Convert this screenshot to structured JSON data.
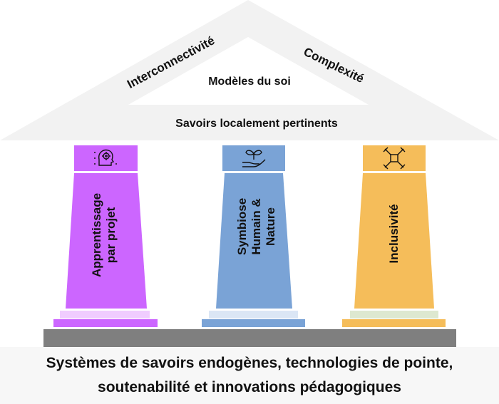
{
  "roof": {
    "left_label": "Interconnectivité",
    "right_label": "Complexité",
    "center_label": "Modèles du soi",
    "beam_label": "Savoirs localement pertinents"
  },
  "pillars": [
    {
      "lines": [
        "Apprentissage",
        "par projet"
      ],
      "icon": "gear-head-icon",
      "color": "#cc66ff",
      "base_color": "#f0ccff"
    },
    {
      "lines": [
        "Symbiose",
        "Humain &",
        "Nature"
      ],
      "icon": "plant-hand-icon",
      "color": "#7aa3d6",
      "base_color": "#dbe6f5"
    },
    {
      "lines": [
        "Inclusivité"
      ],
      "icon": "joined-hands-icon",
      "color": "#f5bd5a",
      "base_color": "#dde8d0"
    }
  ],
  "foundation": {
    "line1": "Systèmes de savoirs endogènes, technologies de pointe,",
    "line2": "soutenabilité et innovations pédagogiques"
  },
  "colors": {
    "roof": "#f2f2f2",
    "plinth": "#7f7f7f",
    "foundation": "#f7f7f7"
  }
}
